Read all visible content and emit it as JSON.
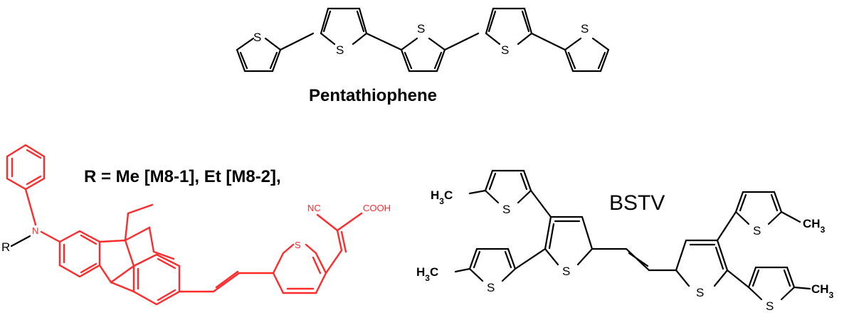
{
  "molecules": {
    "pentathiophene": {
      "name": "Pentathiophene",
      "atoms": [
        "S",
        "S",
        "S",
        "S",
        "S"
      ]
    },
    "m8": {
      "caption": "R = Me [M8-1], Et [M8-2],",
      "r_label": "R",
      "nitrogen": "N",
      "nitrile": "NC",
      "acid": "COOH",
      "thiophene_s": "S",
      "color": "#ff2a2a"
    },
    "bstv": {
      "name": "BSTV",
      "methyl_left_top": "H3C",
      "methyl_left_bottom": "H3C",
      "methyl_right_top": "CH3",
      "methyl_right_bottom": "CH3",
      "atoms": [
        "S",
        "S",
        "S",
        "S",
        "S",
        "S"
      ]
    }
  }
}
